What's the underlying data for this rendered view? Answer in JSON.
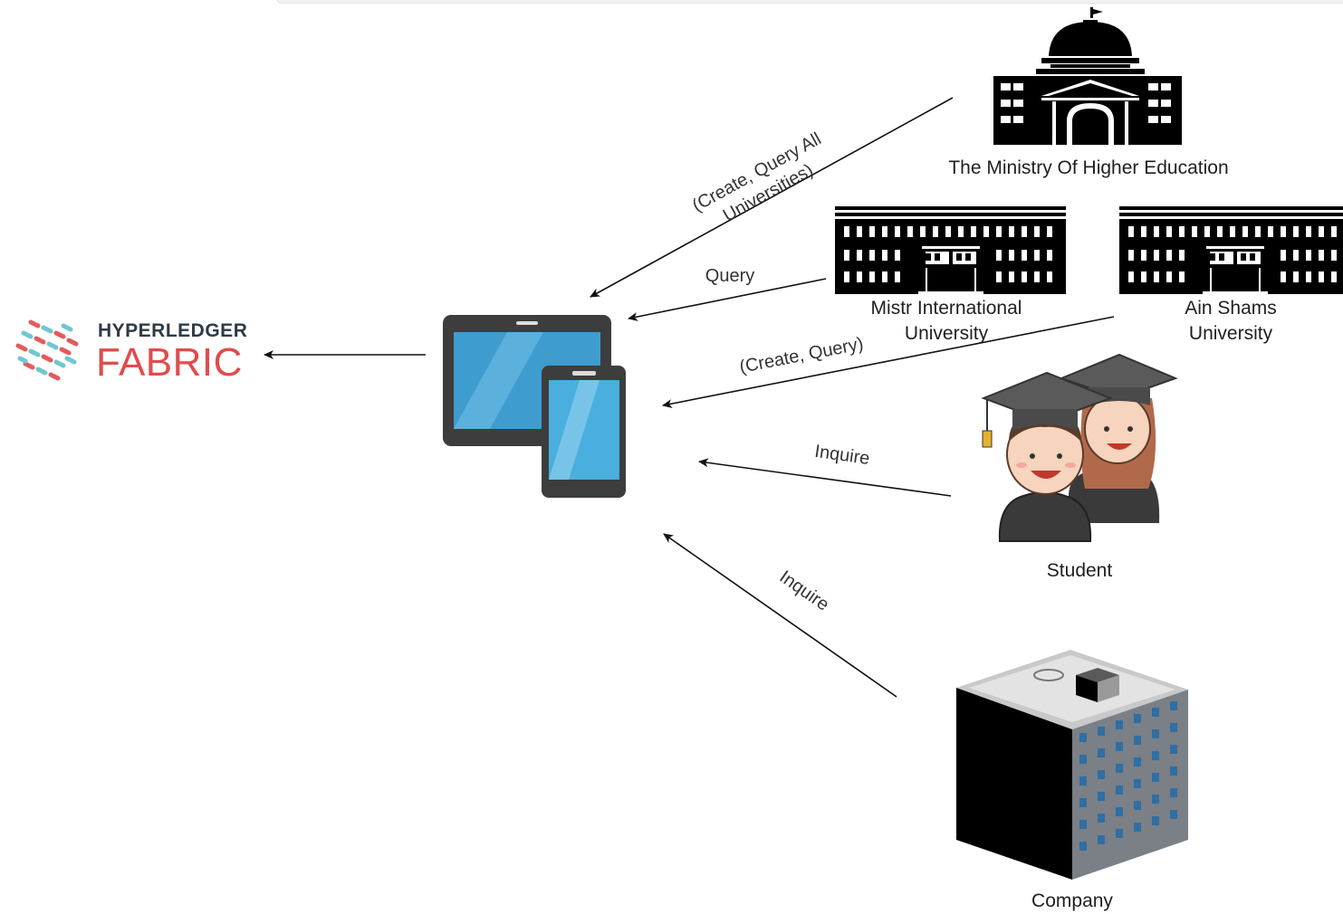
{
  "diagram": {
    "brand": {
      "top": "HYPERLEDGER",
      "bottom": "FABRIC"
    },
    "nodes": {
      "ministry": "The Ministry Of Higher Education",
      "misr_line1": "Mistr International",
      "misr_line2": "University",
      "ainshams_line1": "Ain Shams",
      "ainshams_line2": "University",
      "student": "Student",
      "company": "Company"
    },
    "edges": {
      "ministry_line1": "(Create, Query All",
      "ministry_line2": "Universities)",
      "misr": "Query",
      "ainshams": "(Create, Query)",
      "student": "Inquire",
      "company": "Inquire"
    }
  }
}
